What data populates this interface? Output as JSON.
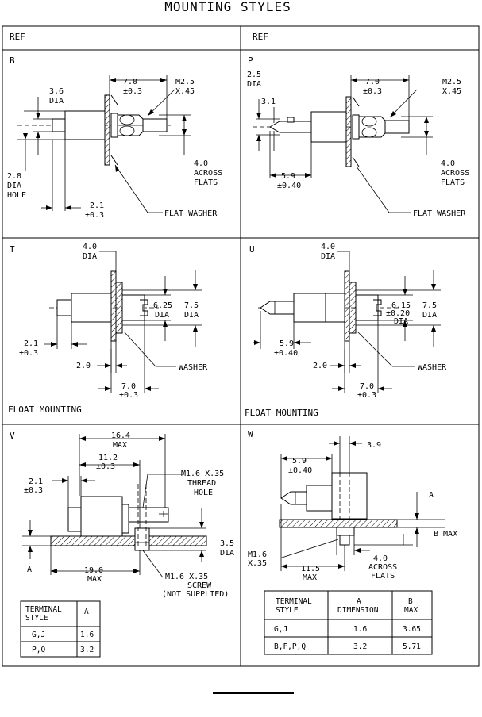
{
  "title": "MOUNTING  STYLES",
  "ref_left": "REF",
  "ref_right": "REF",
  "panels": {
    "B": {
      "letter": "B",
      "dia_val": "3.6",
      "dia_lbl": "DIA",
      "len_val": "7.0",
      "len_tol": "±0.3",
      "thread1": "M2.5",
      "thread2": "X.45",
      "hole1": "2.8",
      "hole2": "DIA",
      "hole3": "HOLE",
      "off_val": "2.1",
      "off_tol": "±0.3",
      "flats1": "4.0",
      "flats2": "ACROSS",
      "flats3": "FLATS",
      "washer": "FLAT WASHER"
    },
    "P": {
      "letter": "P",
      "dia_val": "2.5",
      "dia_lbl": "DIA",
      "tip_val": "3.1",
      "len_val": "7.0",
      "len_tol": "±0.3",
      "thread1": "M2.5",
      "thread2": "X.45",
      "off_val": "5.9",
      "off_tol": "±0.40",
      "flats1": "4.0",
      "flats2": "ACROSS",
      "flats3": "FLATS",
      "washer": "FLAT WASHER"
    },
    "T": {
      "letter": "T",
      "dia_val": "4.0",
      "dia_lbl": "DIA",
      "inner1": "6.25",
      "inner2": "DIA",
      "outer1": "7.5",
      "outer2": "DIA",
      "off_val": "2.1",
      "off_tol": "±0.3",
      "w_val": "2.0",
      "len_val": "7.0",
      "len_tol": "±0.3",
      "washer": "WASHER",
      "footer": "FLOAT MOUNTING"
    },
    "U": {
      "letter": "U",
      "dia_val": "4.0",
      "dia_lbl": "DIA",
      "inner1": "6.15",
      "inner2": "±0.20",
      "inner3": "DIA",
      "outer1": "7.5",
      "outer2": "DIA",
      "off_val": "5.9",
      "off_tol": "±0.40",
      "w_val": "2.0",
      "len_val": "7.0",
      "len_tol": "±0.3",
      "washer": "WASHER",
      "footer": "FLOAT MOUNTING"
    },
    "V": {
      "letter": "V",
      "top_val": "16.4",
      "top_max": "MAX",
      "mid_val": "11.2",
      "mid_tol": "±0.3",
      "left_val": "2.1",
      "left_tol": "±0.3",
      "thread1": "M1.6 X.35",
      "thread2": "THREAD",
      "thread3": "HOLE",
      "dia1": "3.5",
      "dia2": "DIA",
      "a_lbl": "A",
      "bot_val": "19.0",
      "bot_max": "MAX",
      "screw1": "M1.6 X.35",
      "screw2": "SCREW",
      "screw3": "(NOT SUPPLIED)",
      "table": {
        "headers": [
          "TERMINAL STYLE",
          "A"
        ],
        "rows": [
          [
            "G,J",
            "1.6"
          ],
          [
            "P,Q",
            "3.2"
          ]
        ]
      }
    },
    "W": {
      "letter": "W",
      "top_val": "3.9",
      "off_val": "5.9",
      "off_tol": "±0.40",
      "a_lbl": "A",
      "b_lbl": "B MAX",
      "thread1": "M1.6",
      "thread2": "X.35",
      "bot_val": "11.5",
      "bot_max": "MAX",
      "flats1": "4.0",
      "flats2": "ACROSS",
      "flats3": "FLATS",
      "table": {
        "headers": [
          "TERMINAL STYLE",
          "A DIMENSION",
          "B MAX"
        ],
        "rows": [
          [
            "G,J",
            "1.6",
            "3.65"
          ],
          [
            "B,F,P,Q",
            "3.2",
            "5.71"
          ]
        ]
      }
    }
  }
}
